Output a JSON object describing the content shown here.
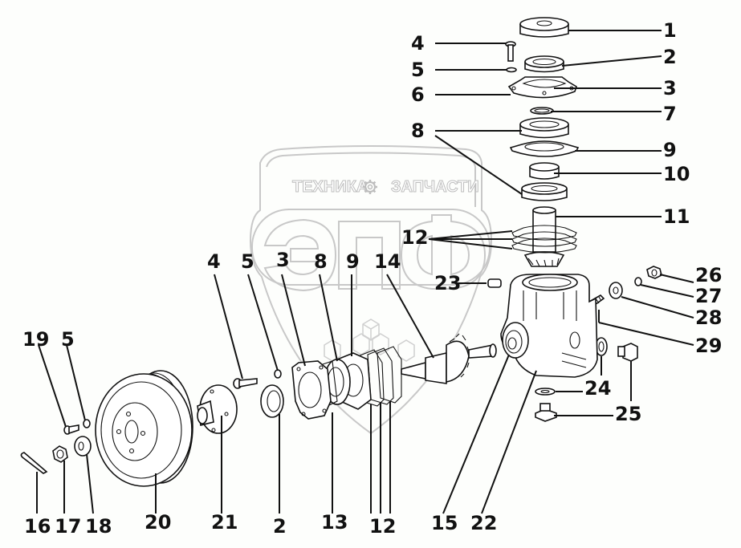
{
  "watermark": {
    "brand_left": "ТЕХНИКА",
    "brand_right": "ЗАПЧАСТИ",
    "logo_letters": "ЭПФ",
    "gear_icon": "gear-icon",
    "line_color": "#c8c8c8"
  },
  "diagram": {
    "title": "Gearbox assembly exploded view",
    "line_color": "#111111",
    "background": "#fdfefc",
    "labels": [
      {
        "id": "l1",
        "text": "1"
      },
      {
        "id": "l2a",
        "text": "2"
      },
      {
        "id": "l3a",
        "text": "3"
      },
      {
        "id": "l4a",
        "text": "4"
      },
      {
        "id": "l5a",
        "text": "5"
      },
      {
        "id": "l6",
        "text": "6"
      },
      {
        "id": "l7",
        "text": "7"
      },
      {
        "id": "l8a",
        "text": "8"
      },
      {
        "id": "l9a",
        "text": "9"
      },
      {
        "id": "l10",
        "text": "10"
      },
      {
        "id": "l11",
        "text": "11"
      },
      {
        "id": "l12a",
        "text": "12"
      },
      {
        "id": "l23",
        "text": "23"
      },
      {
        "id": "l26",
        "text": "26"
      },
      {
        "id": "l27",
        "text": "27"
      },
      {
        "id": "l28",
        "text": "28"
      },
      {
        "id": "l29",
        "text": "29"
      },
      {
        "id": "l4b",
        "text": "4"
      },
      {
        "id": "l5b",
        "text": "5"
      },
      {
        "id": "l3b",
        "text": "3"
      },
      {
        "id": "l8b",
        "text": "8"
      },
      {
        "id": "l9b",
        "text": "9"
      },
      {
        "id": "l14",
        "text": "14"
      },
      {
        "id": "l19",
        "text": "19"
      },
      {
        "id": "l5c",
        "text": "5"
      },
      {
        "id": "l24",
        "text": "24"
      },
      {
        "id": "l25",
        "text": "25"
      },
      {
        "id": "l16",
        "text": "16"
      },
      {
        "id": "l17",
        "text": "17"
      },
      {
        "id": "l18",
        "text": "18"
      },
      {
        "id": "l20",
        "text": "20"
      },
      {
        "id": "l21",
        "text": "21"
      },
      {
        "id": "l2b",
        "text": "2"
      },
      {
        "id": "l13",
        "text": "13"
      },
      {
        "id": "l12b",
        "text": "12"
      },
      {
        "id": "l15",
        "text": "15"
      },
      {
        "id": "l22",
        "text": "22"
      }
    ]
  }
}
